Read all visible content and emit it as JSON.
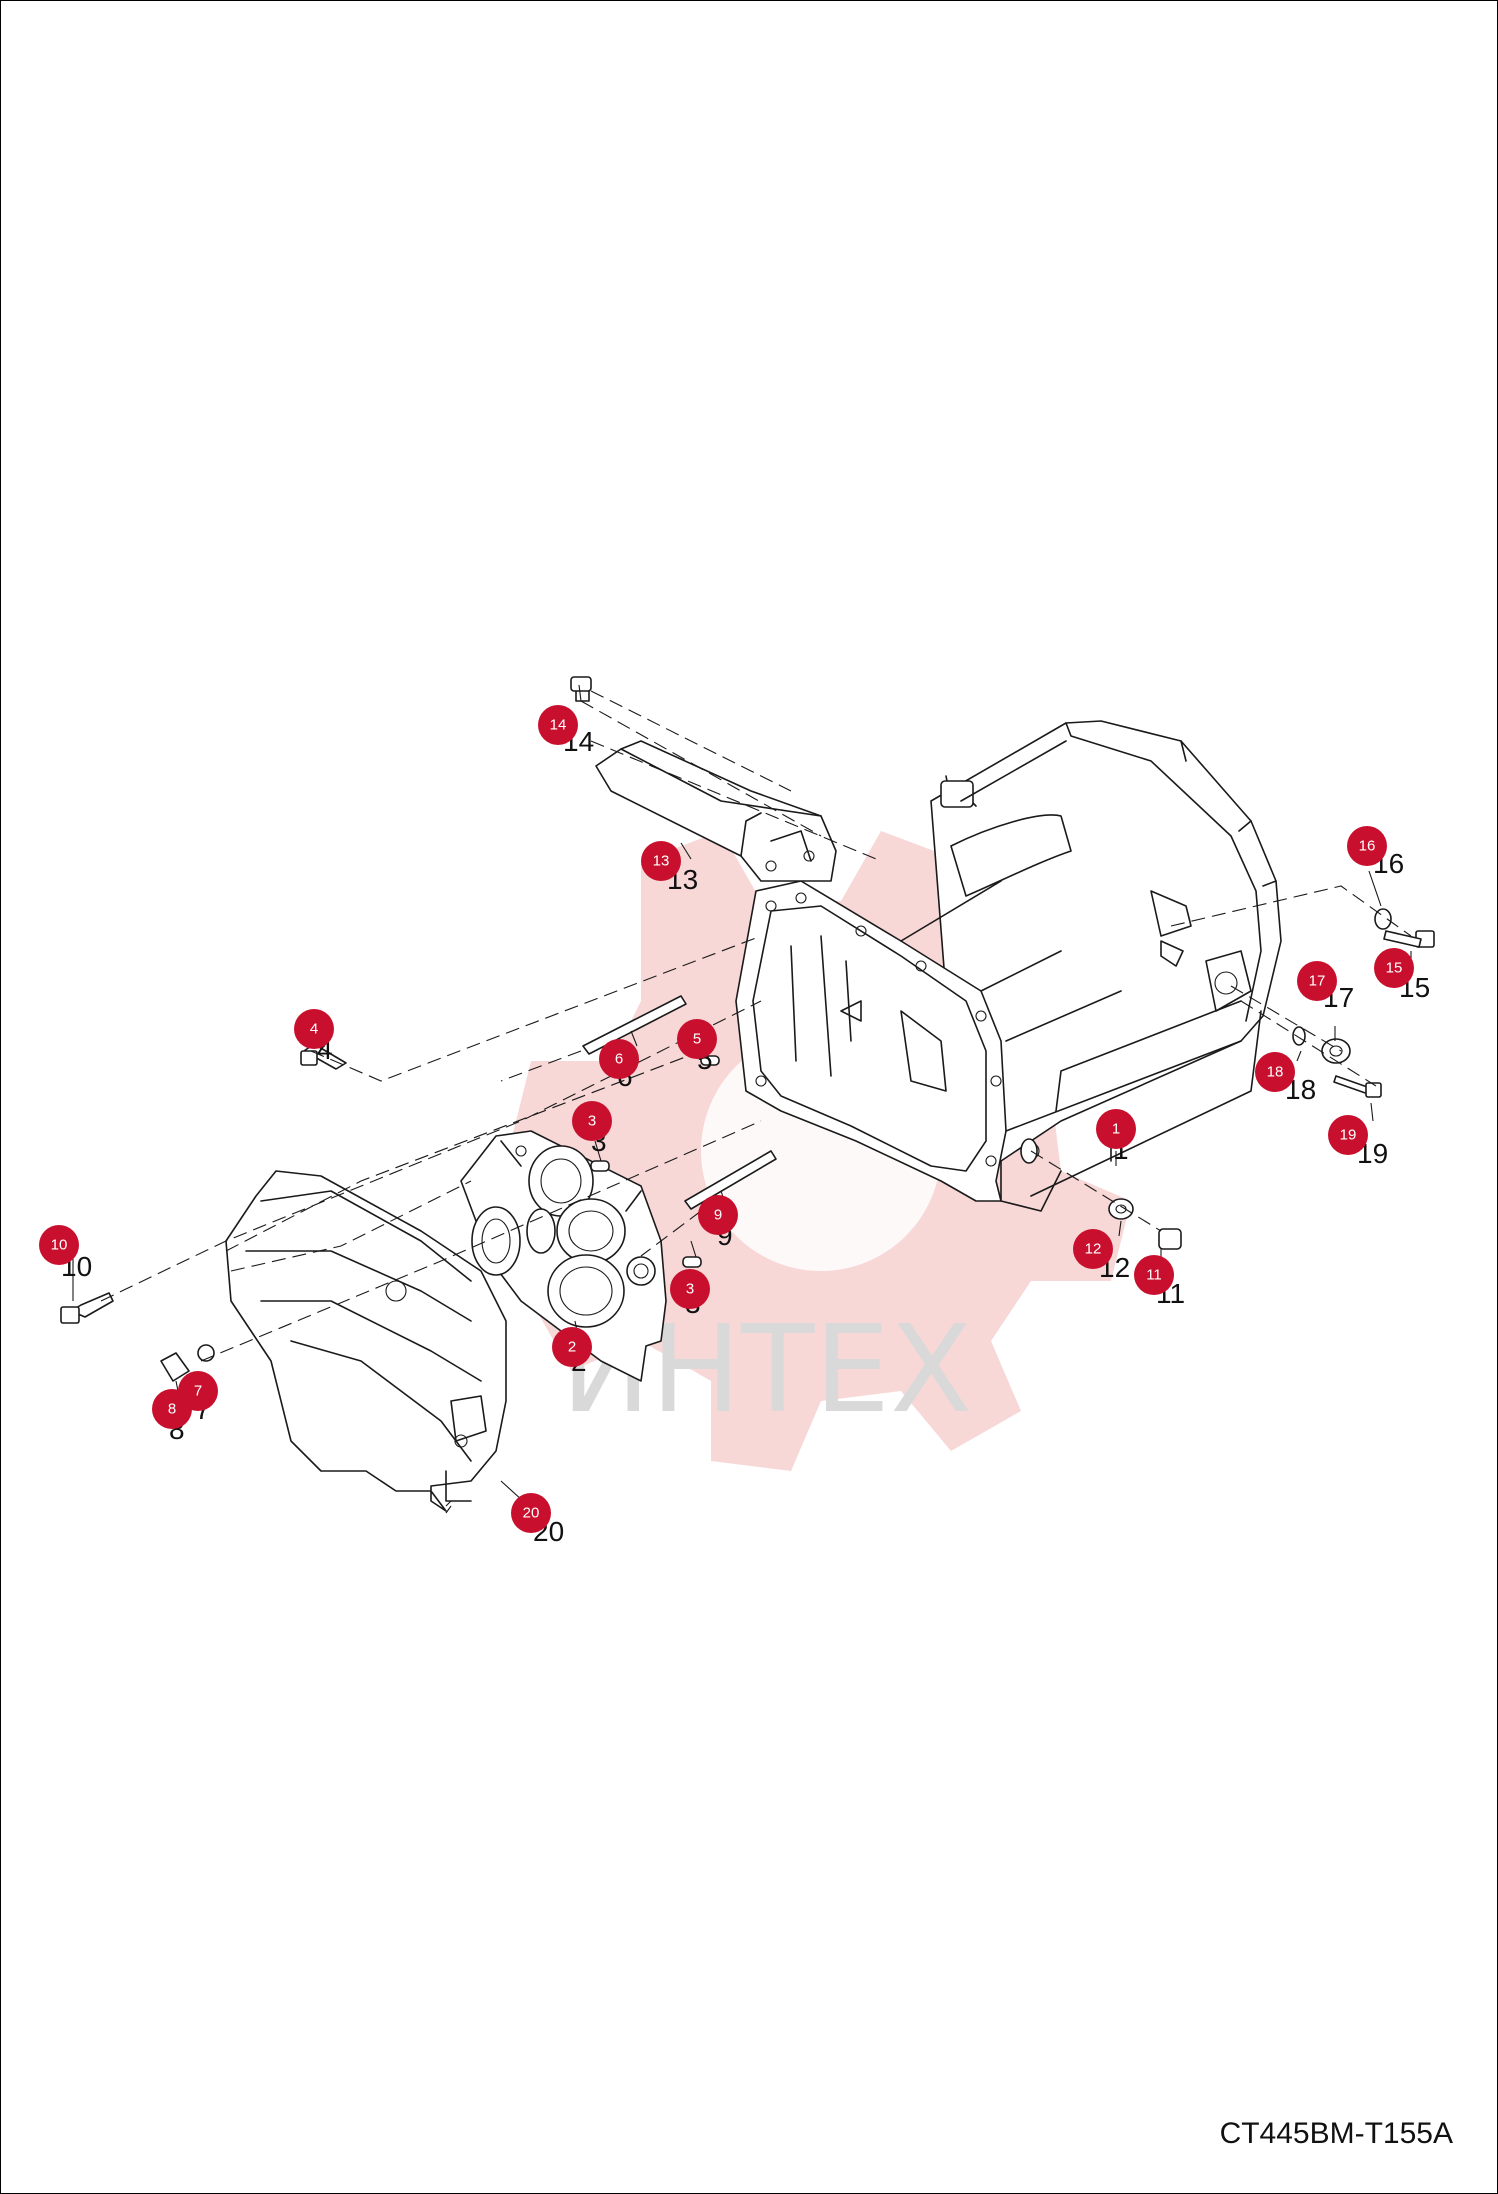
{
  "watermark": {
    "text": "ИНТЕХ"
  },
  "drawing_code": "CT445BM-T155A",
  "colors": {
    "badge": "#c8102e",
    "line": "#1a1a1a",
    "watermark_logo": "#f3b7b7",
    "watermark_text": "#d9d9d9"
  },
  "callouts": [
    {
      "id": "1",
      "label": "1"
    },
    {
      "id": "2",
      "label": "2"
    },
    {
      "id": "3a",
      "label": "3"
    },
    {
      "id": "3b",
      "label": "3"
    },
    {
      "id": "4",
      "label": "4"
    },
    {
      "id": "5",
      "label": "5"
    },
    {
      "id": "6",
      "label": "6"
    },
    {
      "id": "7",
      "label": "7"
    },
    {
      "id": "8",
      "label": "8"
    },
    {
      "id": "9",
      "label": "9"
    },
    {
      "id": "10",
      "label": "10"
    },
    {
      "id": "11",
      "label": "11"
    },
    {
      "id": "12",
      "label": "12"
    },
    {
      "id": "13",
      "label": "13"
    },
    {
      "id": "14",
      "label": "14"
    },
    {
      "id": "15",
      "label": "15"
    },
    {
      "id": "16",
      "label": "16"
    },
    {
      "id": "17",
      "label": "17"
    },
    {
      "id": "18",
      "label": "18"
    },
    {
      "id": "19",
      "label": "19"
    },
    {
      "id": "20",
      "label": "20"
    }
  ]
}
